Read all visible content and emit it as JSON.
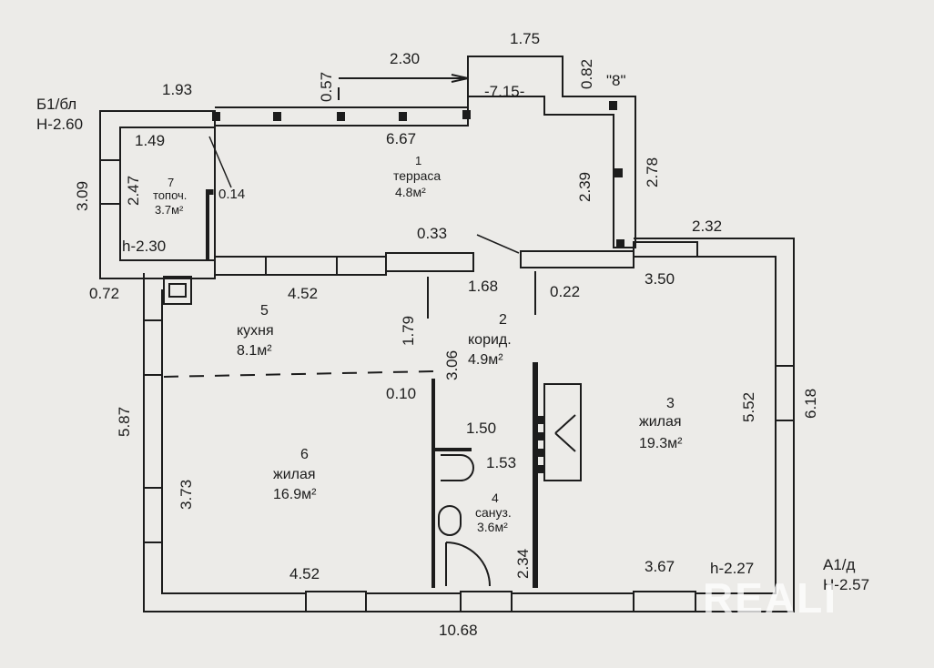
{
  "rooms": [
    {
      "id": "terrace",
      "number": "1",
      "name": "терраса",
      "area": "4.8м²"
    },
    {
      "id": "corridor",
      "number": "2",
      "name": "корид.",
      "area": "4.9м²"
    },
    {
      "id": "living3",
      "number": "3",
      "name": "жилая",
      "area": "19.3м²"
    },
    {
      "id": "bathroom",
      "number": "4",
      "name": "сануз.",
      "area": "3.6м²"
    },
    {
      "id": "kitchen",
      "number": "5",
      "name": "кухня",
      "area": "8.1м²"
    },
    {
      "id": "living6",
      "number": "6",
      "name": "жилая",
      "area": "16.9м²"
    },
    {
      "id": "boiler",
      "number": "7",
      "name": "топоч.",
      "area": "3.7м²"
    }
  ],
  "labels": {
    "b1": "Б1/бл",
    "b1_h": "Н-2.60",
    "a1": "А1/д",
    "a1_h": "Н-2.57",
    "h_boiler": "h-2.30",
    "h_main": "h-2.27",
    "porch": "-7.15-",
    "quote8": "\"8\""
  },
  "dimensions": {
    "d_193": "1.93",
    "d_057": "0.57",
    "d_230": "2.30",
    "d_175": "1.75",
    "d_082": "0.82",
    "d_667": "6.67",
    "d_149": "1.49",
    "d_309": "3.09",
    "d_247": "2.47",
    "d_014": "0.14",
    "d_239": "2.39",
    "d_278": "2.78",
    "d_033": "0.33",
    "d_232": "2.32",
    "d_072": "0.72",
    "d_452_top": "4.52",
    "d_168": "1.68",
    "d_022": "0.22",
    "d_350": "3.50",
    "d_179": "1.79",
    "d_306": "3.06",
    "d_587": "5.87",
    "d_010": "0.10",
    "d_552": "5.52",
    "d_618": "6.18",
    "d_150": "1.50",
    "d_153": "1.53",
    "d_373": "3.73",
    "d_234": "2.34",
    "d_452_bottom": "4.52",
    "d_367": "3.67",
    "d_1068": "10.68"
  },
  "watermark": "REALI"
}
